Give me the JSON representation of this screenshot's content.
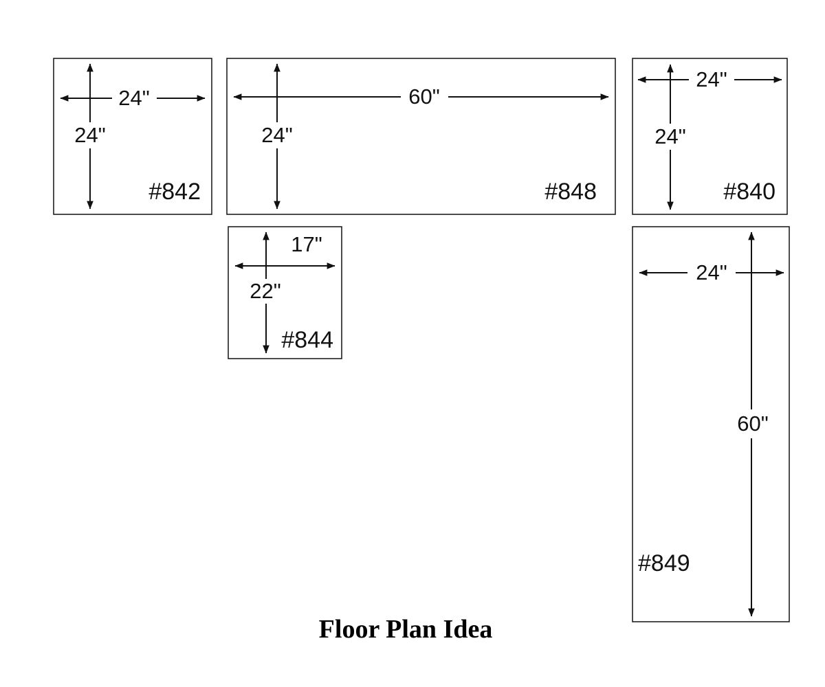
{
  "title": "Floor Plan Idea",
  "rooms": [
    {
      "id": "#842",
      "width": "24\"",
      "height": "24\""
    },
    {
      "id": "#848",
      "width": "60\"",
      "height": "24\""
    },
    {
      "id": "#840",
      "width": "24\"",
      "height": "24\""
    },
    {
      "id": "#844",
      "width": "17\"",
      "height": "22\""
    },
    {
      "id": "#849",
      "width": "24\"",
      "height": "60\""
    }
  ]
}
